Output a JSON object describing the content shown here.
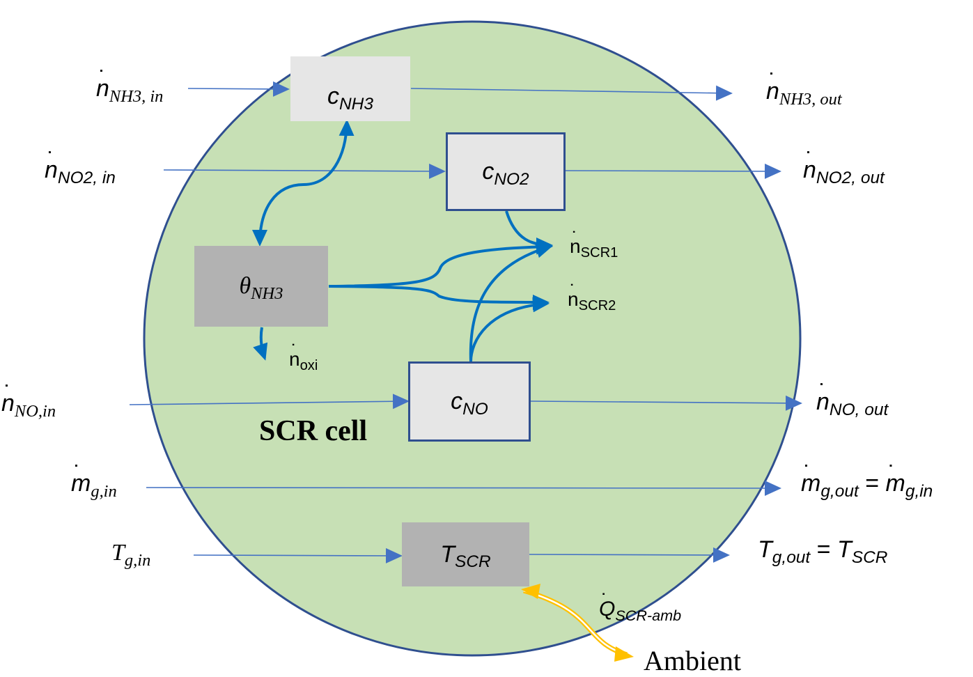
{
  "cell_label": "SCR cell",
  "ambient_label": "Ambient",
  "colors": {
    "cell_fill": "#c7e0b5",
    "cell_stroke": "#2f4f8f",
    "state_box_light": "#e6e6e6",
    "state_box_dark": "#b2b2b2",
    "flow_arrow": "#4472c4",
    "reaction_arrow": "#0070c0",
    "heat_arrow": "#ffc000"
  },
  "states": {
    "c_nh3": {
      "symbol": "c",
      "sub": "NH3"
    },
    "c_no2": {
      "symbol": "c",
      "sub": "NO2"
    },
    "c_no": {
      "symbol": "c",
      "sub": "NO"
    },
    "theta_nh3": {
      "symbol": "θ",
      "sub": "NH3"
    },
    "t_scr": {
      "symbol": "T",
      "sub": "SCR"
    }
  },
  "inputs": {
    "nh3": {
      "symbol": "n",
      "sub": "NH3, in"
    },
    "no2": {
      "symbol": "n",
      "sub": "NO2, in"
    },
    "no": {
      "symbol": "n",
      "sub": "NO,in"
    },
    "mg": {
      "symbol": "m",
      "sub": "g,in"
    },
    "tg": {
      "symbol": "T",
      "sub": "g,in"
    }
  },
  "outputs": {
    "nh3": {
      "symbol": "n",
      "sub": "NH3, out"
    },
    "no2": {
      "symbol": "n",
      "sub": "NO2, out"
    },
    "no": {
      "symbol": "n",
      "sub": "NO, out"
    },
    "mg": {
      "symbol": "m",
      "sub": "g,out",
      "eq": "=",
      "rhs_symbol": "m",
      "rhs_sub": "g,in"
    },
    "tg": {
      "symbol": "T",
      "sub": "g,out",
      "eq": "=",
      "rhs_symbol": "T",
      "rhs_sub": "SCR"
    }
  },
  "reactions": {
    "scr1": {
      "symbol": "n",
      "sub": "SCR1"
    },
    "scr2": {
      "symbol": "n",
      "sub": "SCR2"
    },
    "oxi": {
      "symbol": "n",
      "sub": "oxi"
    }
  },
  "heat": {
    "symbol": "Q",
    "sub": "SCR-amb"
  }
}
